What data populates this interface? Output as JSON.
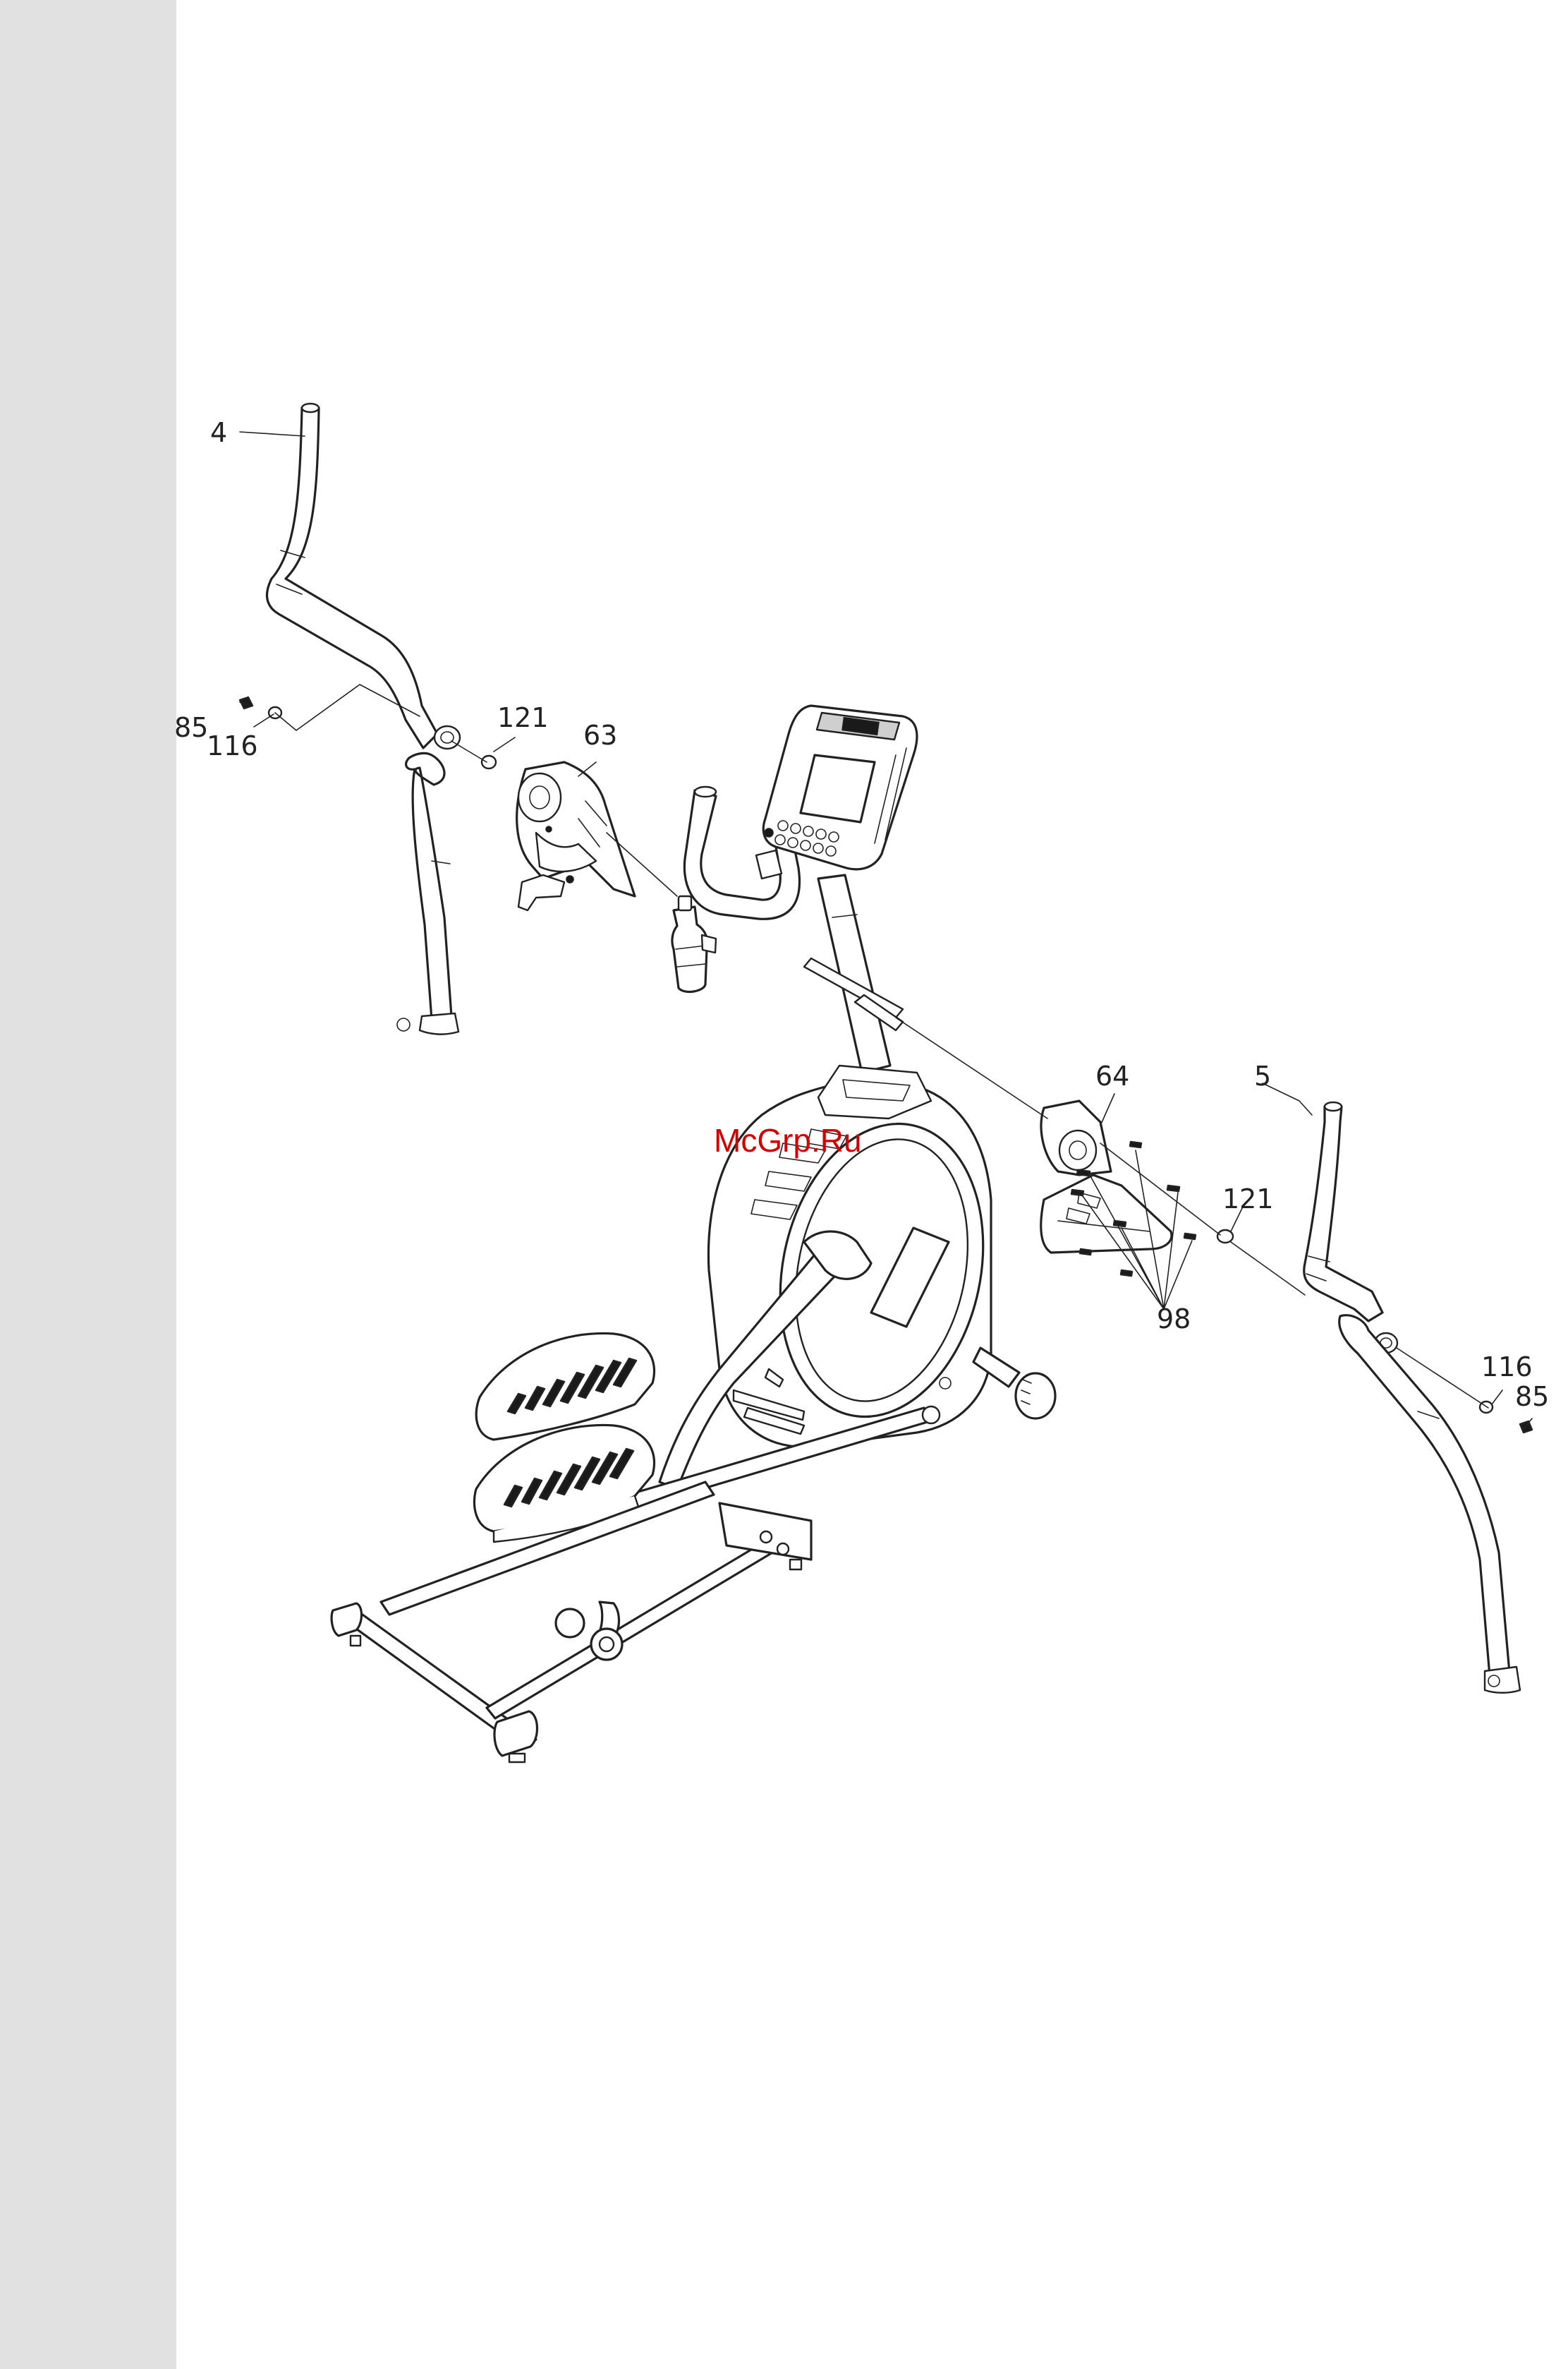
{
  "watermark": "McGrp.Ru",
  "labels": {
    "p4": "4",
    "p85_left": "85",
    "p116_left": "116",
    "p121_left": "121",
    "p63": "63",
    "p64": "64",
    "p5": "5",
    "p121_right": "121",
    "p98": "98",
    "p116_right": "116",
    "p85_right": "85"
  },
  "colors": {
    "strip": "#e1e1e1",
    "lines": "#222222",
    "watermark": "#d40000"
  }
}
